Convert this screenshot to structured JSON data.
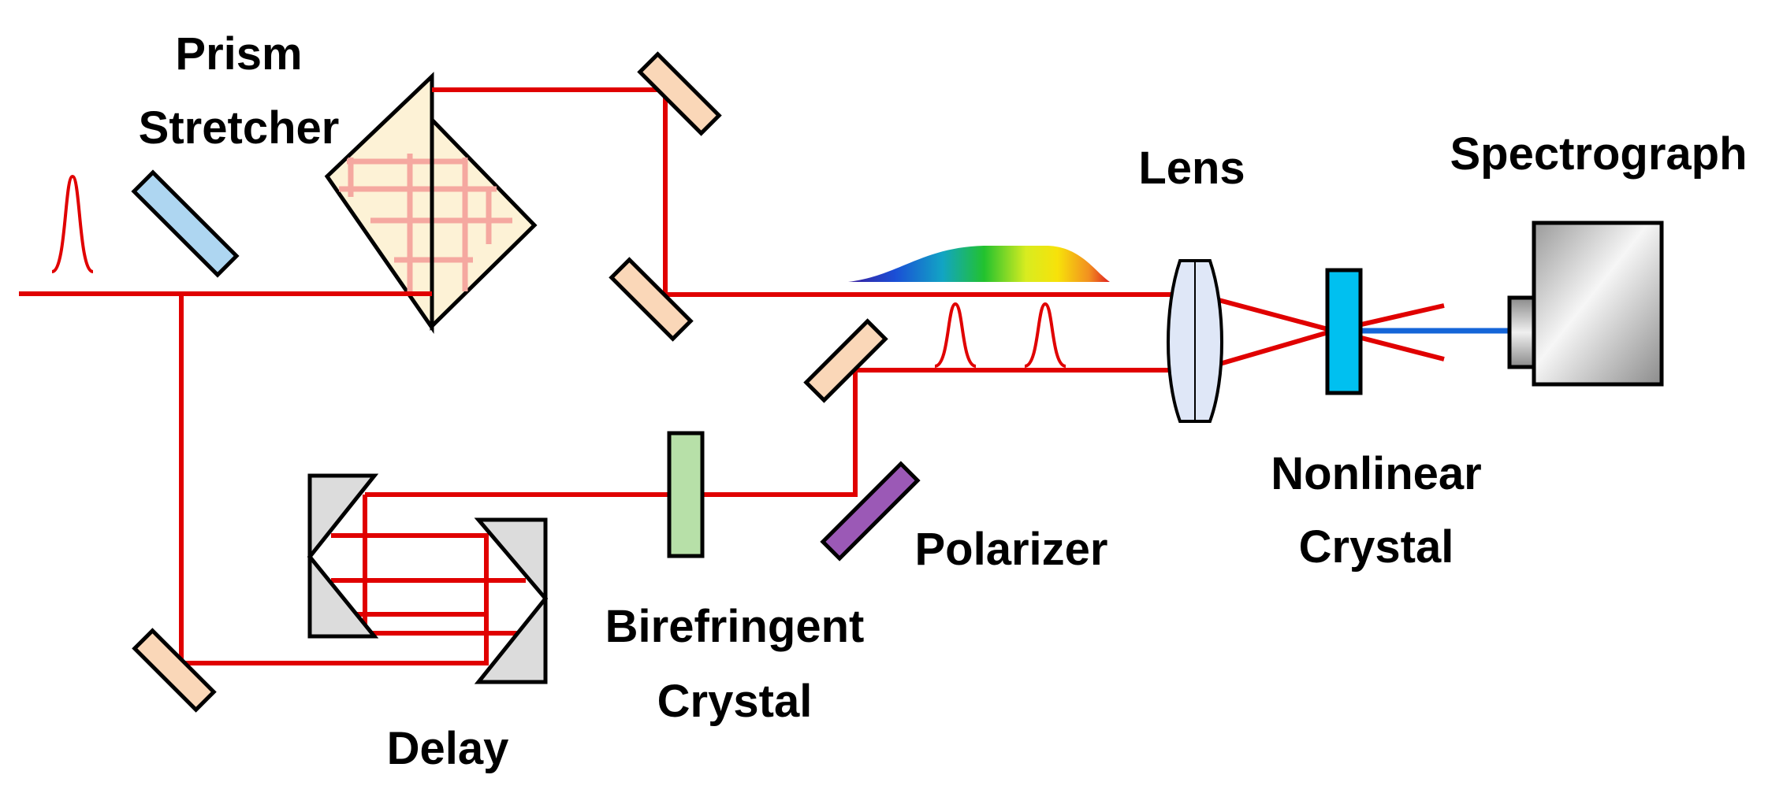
{
  "labels": {
    "prism_stretcher": [
      "Prism",
      "Stretcher"
    ],
    "lens": "Lens",
    "spectrograph": "Spectrograph",
    "nonlinear_crystal": [
      "Nonlinear",
      "Crystal"
    ],
    "polarizer": "Polarizer",
    "birefringent_crystal": [
      "Birefringent",
      "Crystal"
    ],
    "delay": "Delay"
  },
  "colors": {
    "beam": "#e00000",
    "beam_faded": "#f5a8a0",
    "blue_beam": "#1565d8",
    "mirror": "#fad7b8",
    "beamsplitter": "#aed6f1",
    "prism_fill": "#fdf2d6",
    "waveplate": "#b7e0a8",
    "polarizer": "#9b59b6",
    "nonlinear_crystal": "#00c0f0",
    "lens": "#dfe7f7",
    "retroreflector": "#dcdcdc",
    "outline": "#000000"
  },
  "icons": [
    "mirror-icon",
    "beamsplitter-icon",
    "prism-icon",
    "lens-icon",
    "crystal-icon",
    "polarizer-icon",
    "retroreflector-icon",
    "spectrograph-icon",
    "pulse-icon",
    "spectrum-icon"
  ]
}
